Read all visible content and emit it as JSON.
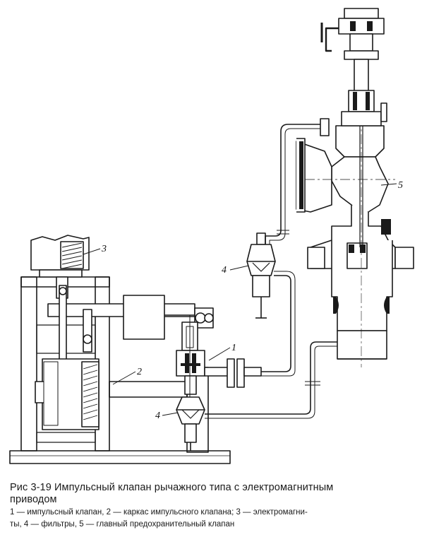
{
  "figure": {
    "labels": {
      "l1": "1",
      "l2": "2",
      "l3": "3",
      "l4a": "4",
      "l4b": "4",
      "l5": "5"
    },
    "caption": {
      "title_line1": "Рис 3-19 Импульсный клапан рычажного типа с электромагнитным",
      "title_line2": "приводом",
      "legend_line1": "1 — импульсный клапан, 2 — каркас импульсного клапана; 3 — электромагни-",
      "legend_line2": "ты, 4 — фильтры, 5 — главный предохранительный клапан"
    }
  }
}
